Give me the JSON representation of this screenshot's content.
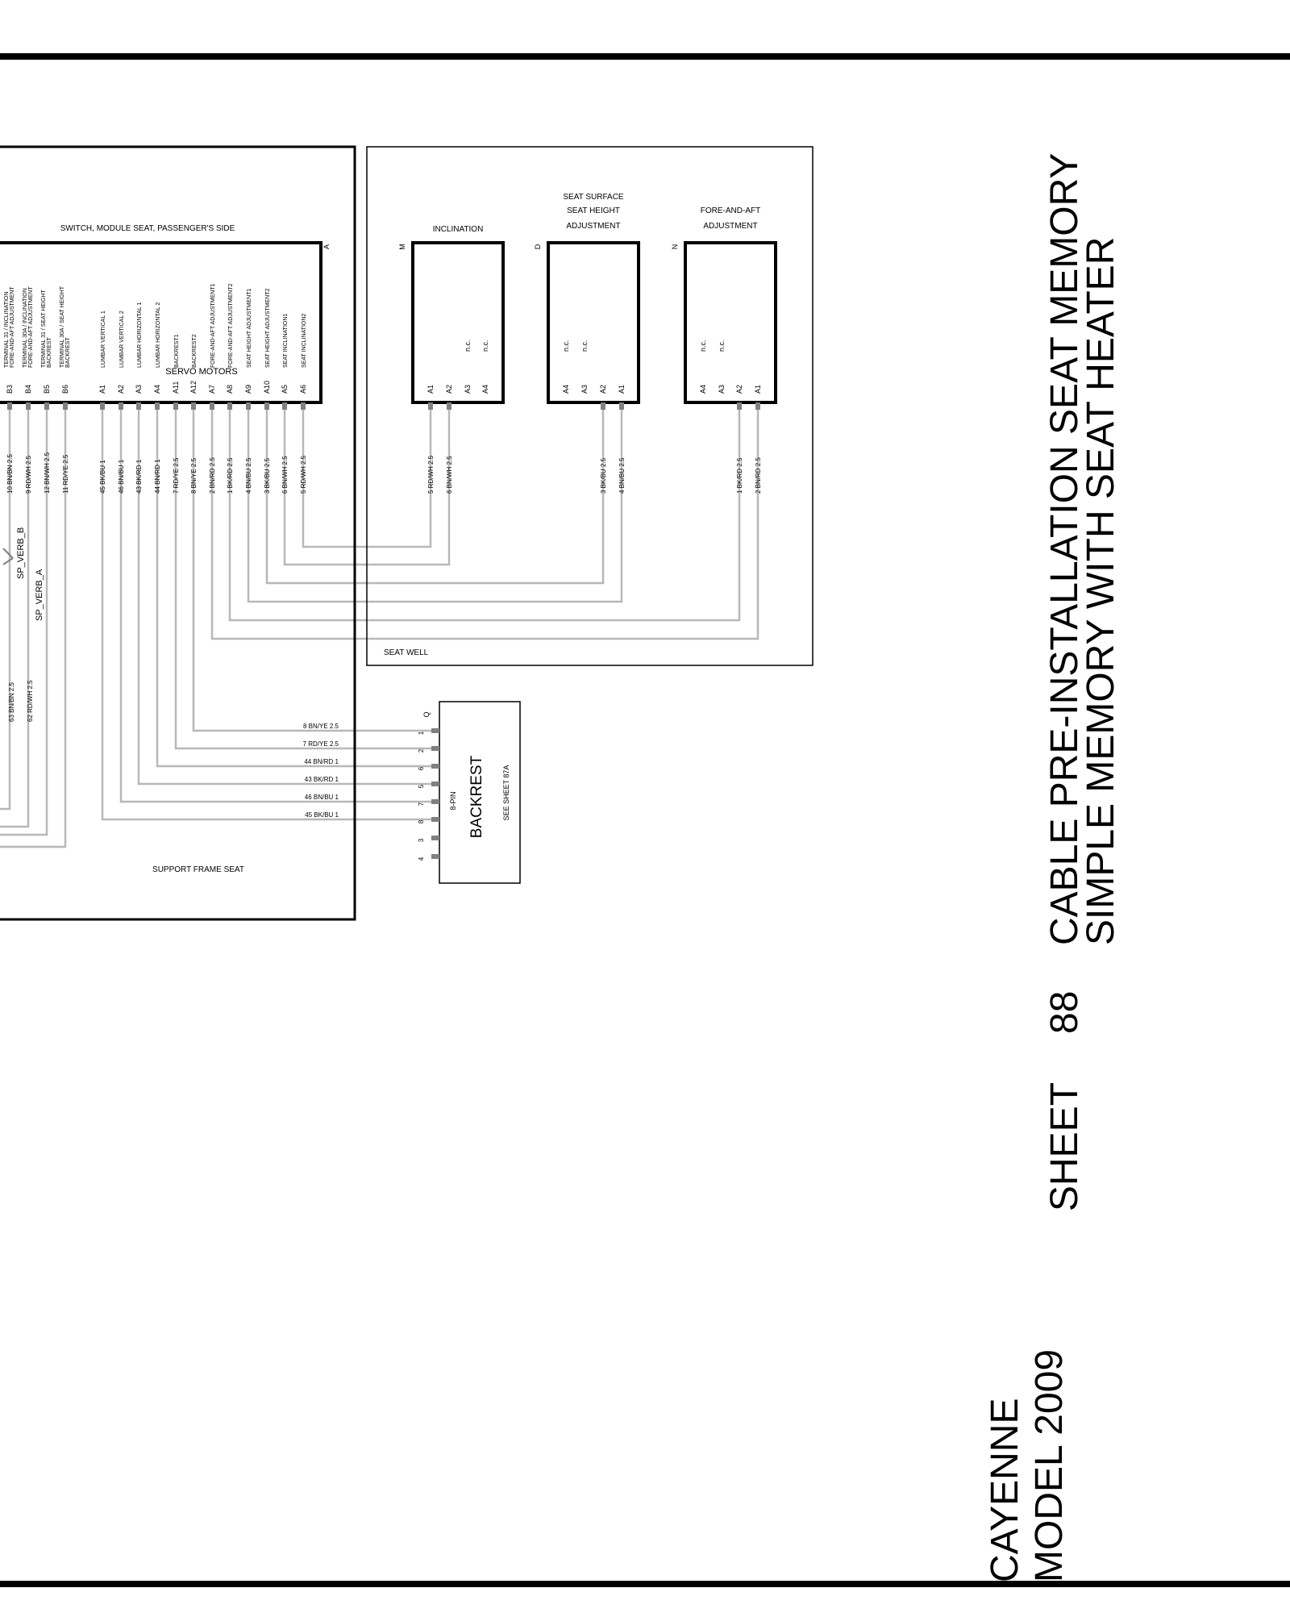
{
  "title_block": {
    "model_name": "CAYENNE",
    "model_year": "MODEL 2009",
    "sheet_label": "SHEET",
    "sheet_number": "88",
    "title_line1": "CABLE PRE-INSTALLATION SEAT MEMORY",
    "title_line2": "SIMPLE MEMORY WITH  SEAT HEATER"
  },
  "switch_module": {
    "title": "SWITCH, MODULE SEAT, PASSENGER'S SIDE",
    "connector_id": "A",
    "servo_label": "SERVO MOTORS",
    "support_frame_label": "SUPPORT FRAME  SEAT",
    "pins": [
      {
        "pin": "B3",
        "desc": [
          "TERMINAL 31 / INCLINATION",
          "FORE-AND-AFT ADJUSTMENT"
        ],
        "wire": "10 BN/BN 2.5"
      },
      {
        "pin": "B4",
        "desc": [
          "TERMINAL 30A / INCLINATION",
          "FORE-AND-AFT ADJUSTMENT"
        ],
        "wire": "9 RD/WH 2.5"
      },
      {
        "pin": "B5",
        "desc": [
          "TERMINAL 31 / SEAT HEIGHT",
          "BACKREST"
        ],
        "wire": "12 BN/WH 2.5"
      },
      {
        "pin": "B6",
        "desc": [
          "TERMINAL 30A / SEAT HEIGHT",
          "BACKREST"
        ],
        "wire": "11 RD/YE 2.5"
      },
      {
        "pin": "A1",
        "desc": [
          "LUMBAR  VERTICAL 1"
        ],
        "wire": "45 BK/BU 1"
      },
      {
        "pin": "A2",
        "desc": [
          "LUMBAR  VERTICAL 2"
        ],
        "wire": "46 BN/BU 1"
      },
      {
        "pin": "A3",
        "desc": [
          "LUMBAR  HORIZONTAL 1"
        ],
        "wire": "43 BK/RD 1"
      },
      {
        "pin": "A4",
        "desc": [
          "LUMBAR  HORIZONTAL 2"
        ],
        "wire": "44 BN/RD 1"
      },
      {
        "pin": "A11",
        "desc": [
          "BACKREST1"
        ],
        "wire": "7 RD/YE 2.5"
      },
      {
        "pin": "A12",
        "desc": [
          "BACKREST2"
        ],
        "wire": "8 BN/YE 2.5"
      },
      {
        "pin": "A7",
        "desc": [
          "FORE-AND-AFT ADJUSTMENT1"
        ],
        "wire": "2 BN/RD 2.5"
      },
      {
        "pin": "A8",
        "desc": [
          "FORE-AND-AFT ADJUSTMENT2"
        ],
        "wire": "1 BK/RD 2.5"
      },
      {
        "pin": "A9",
        "desc": [
          "SEAT HEIGHT ADJUSTMENT1"
        ],
        "wire": "4 BN/BU 2.5"
      },
      {
        "pin": "A10",
        "desc": [
          "SEAT HEIGHT ADJUSTMENT2"
        ],
        "wire": "3 BK/BU 2.5"
      },
      {
        "pin": "A5",
        "desc": [
          "SEAT INCLINATION1"
        ],
        "wire": "6 BN/WH 2.5"
      },
      {
        "pin": "A6",
        "desc": [
          "SEAT INCLINATION2"
        ],
        "wire": "5 RD/WH 2.5"
      }
    ],
    "splices": [
      "SP_VERB_B",
      "SP_VERB_A"
    ],
    "splice_wires": [
      "63 BN/BN 2.5",
      "62 RD/WH 2.5"
    ]
  },
  "seat_well": {
    "label": "SEAT WELL",
    "motors": [
      {
        "id": "M",
        "title": [
          "INCLINATION"
        ],
        "pins": [
          "A1",
          "A2",
          "A3",
          "A4"
        ],
        "nc": [
          "",
          "",
          "n.c.",
          "n.c."
        ],
        "wires": [
          "5 RD/WH 2.5",
          "6 BN/WH 2.5"
        ]
      },
      {
        "id": "D",
        "title": [
          "SEAT SURFACE",
          "SEAT HEIGHT",
          "ADJUSTMENT"
        ],
        "pins": [
          "A4",
          "A3",
          "A2",
          "A1"
        ],
        "nc": [
          "n.c.",
          "n.c.",
          "",
          ""
        ],
        "wires": [
          "3 BK/BU 2.5",
          "4 BN/BU 2.5"
        ]
      },
      {
        "id": "N",
        "title": [
          "FORE-AND-AFT",
          "ADJUSTMENT"
        ],
        "pins": [
          "A4",
          "A3",
          "A2",
          "A1"
        ],
        "nc": [
          "n.c.",
          "n.c.",
          "",
          ""
        ],
        "wires": [
          "1 BK/RD 2.5",
          "2 BN/RD 2.5"
        ]
      }
    ]
  },
  "backrest": {
    "connector_id": "Q",
    "name": "BACKREST",
    "pin_count": "8-PIN",
    "reference": "SEE SHEET  87A",
    "pin_numbers": [
      "1",
      "2",
      "6",
      "5",
      "7",
      "8",
      "3",
      "4"
    ],
    "wires": [
      "8 BN/YE 2.5",
      "7 RD/YE 2.5",
      "44 BN/RD 1",
      "43 BK/RD 1",
      "46 BN/BU 1",
      "45 BK/BU 1"
    ]
  },
  "colors": {
    "line": "#000000",
    "wire": "#b8b8b8",
    "pin": "#808080"
  }
}
